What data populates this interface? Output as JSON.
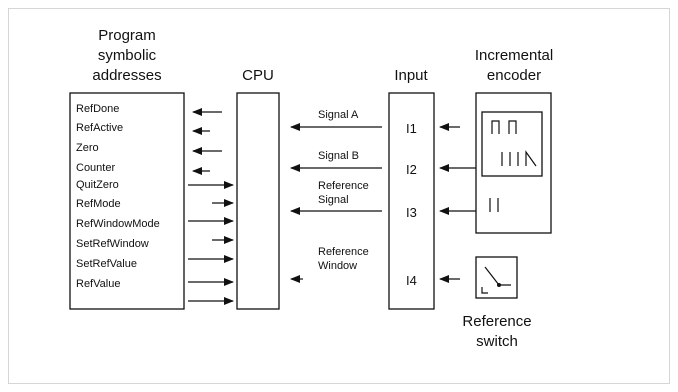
{
  "headings": {
    "program": [
      "Program",
      "symbolic",
      "addresses"
    ],
    "cpu": "CPU",
    "input": "Input",
    "encoder": [
      "Incremental",
      "encoder"
    ],
    "switch": [
      "Reference",
      "switch"
    ]
  },
  "addresses": [
    "RefDone",
    "RefActive",
    "Zero",
    "Counter",
    "QuitZero",
    "RefMode",
    "RefWindowMode",
    "SetRefWindow",
    "SetRefValue",
    "RefValue"
  ],
  "signals": {
    "a": "Signal A",
    "b": "Signal B",
    "ref": [
      "Reference",
      "Signal"
    ],
    "window": [
      "Reference",
      "Window"
    ]
  },
  "inputs": [
    "I1",
    "I2",
    "I3",
    "I4"
  ]
}
